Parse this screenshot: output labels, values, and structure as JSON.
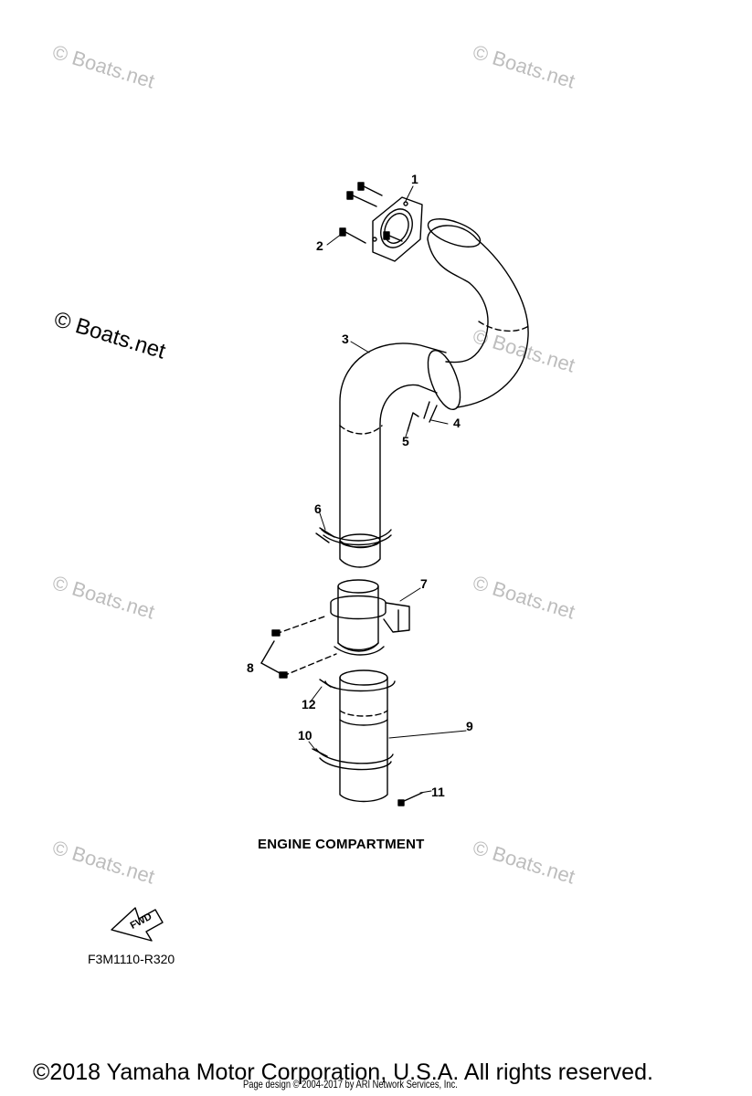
{
  "watermarks": [
    "© Boats.net",
    "© Boats.net",
    "© Boats.net",
    "© Boats.net",
    "© Boats.net",
    "© Boats.net",
    "© Boats.net",
    "© Boats.net"
  ],
  "watermark_dark": "© Boats.net",
  "callouts": [
    "1",
    "2",
    "3",
    "4",
    "5",
    "6",
    "7",
    "8",
    "9",
    "10",
    "11",
    "12"
  ],
  "section_title": "ENGINE COMPARTMENT",
  "fwd_label": "FWD",
  "ref_code": "F3M1110-R320",
  "copyright": "©2018 Yamaha Motor Corporation, U.S.A. All rights reserved.",
  "page_design": "Page design © 2004-2017 by ARI Network Services, Inc."
}
